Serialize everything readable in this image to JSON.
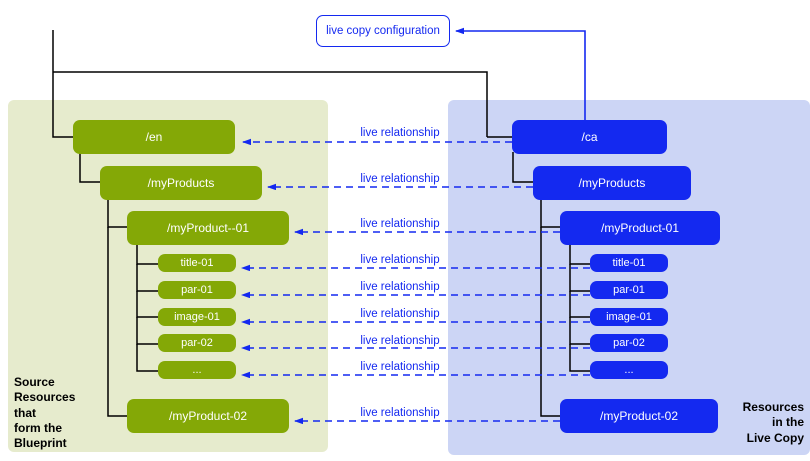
{
  "diagram": {
    "title_box": {
      "label": "live copy configuration"
    },
    "source_panel": {
      "corner_label": "Source\nResources\nthat\nform the\nBlueprint",
      "color": "#e6ebcd",
      "node_color": "#84a806",
      "nodes": [
        {
          "id": "src-en",
          "label": "/en"
        },
        {
          "id": "src-myproducts",
          "label": "/myProducts"
        },
        {
          "id": "src-product01",
          "label": "/myProduct--01"
        },
        {
          "id": "src-title01",
          "label": "title-01"
        },
        {
          "id": "src-par01",
          "label": "par-01"
        },
        {
          "id": "src-image01",
          "label": "image-01"
        },
        {
          "id": "src-par02",
          "label": "par-02"
        },
        {
          "id": "src-ellipsis",
          "label": "..."
        },
        {
          "id": "src-product02",
          "label": "/myProduct-02"
        }
      ]
    },
    "live_panel": {
      "corner_label": "Resources\nin the\nLive Copy",
      "color": "#ccd5f5",
      "node_color": "#1429f0",
      "nodes": [
        {
          "id": "lc-ca",
          "label": "/ca"
        },
        {
          "id": "lc-myproducts",
          "label": "/myProducts"
        },
        {
          "id": "lc-product01",
          "label": "/myProduct-01"
        },
        {
          "id": "lc-title01",
          "label": "title-01"
        },
        {
          "id": "lc-par01",
          "label": "par-01"
        },
        {
          "id": "lc-image01",
          "label": "image-01"
        },
        {
          "id": "lc-par02",
          "label": "par-02"
        },
        {
          "id": "lc-ellipsis",
          "label": "..."
        },
        {
          "id": "lc-product02",
          "label": "/myProduct-02"
        }
      ]
    },
    "relationships": [
      {
        "id": "rel-1",
        "label": "live relationship"
      },
      {
        "id": "rel-2",
        "label": "live relationship"
      },
      {
        "id": "rel-3",
        "label": "live relationship"
      },
      {
        "id": "rel-4",
        "label": "live relationship"
      },
      {
        "id": "rel-5",
        "label": "live relationship"
      },
      {
        "id": "rel-6",
        "label": "live relationship"
      },
      {
        "id": "rel-7",
        "label": "live relationship"
      },
      {
        "id": "rel-8",
        "label": "live relationship"
      },
      {
        "id": "rel-9",
        "label": "live relationship"
      }
    ],
    "colors": {
      "accent_blue": "#1429f0",
      "accent_green": "#84a806",
      "panel_green": "#e6ebcd",
      "panel_blue": "#ccd5f5",
      "tree_line": "#000000",
      "background": "#ffffff"
    }
  }
}
